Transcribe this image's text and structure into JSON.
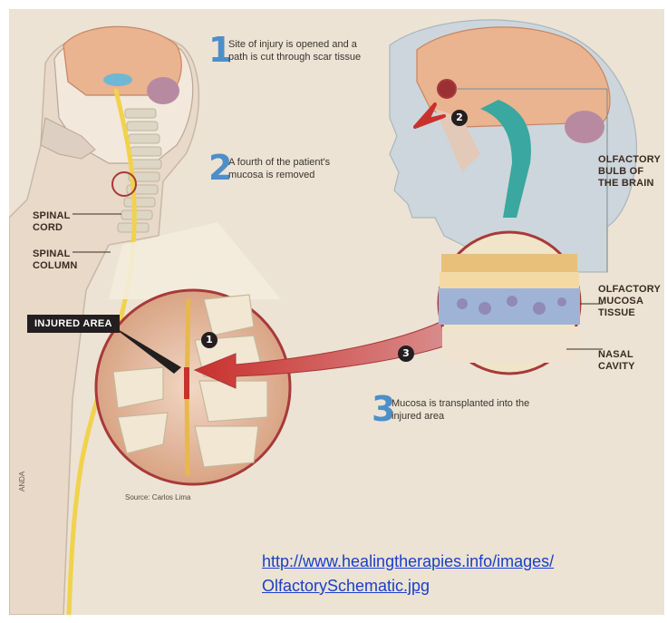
{
  "steps": [
    {
      "num": "1",
      "text": "Site of injury is opened and a path is cut through scar tissue"
    },
    {
      "num": "2",
      "text": "A fourth of the patient's mucosa is removed"
    },
    {
      "num": "3",
      "text": "Mucosa is transplanted into the injured area"
    }
  ],
  "labels": {
    "spinal_cord": "SPINAL CORD",
    "spinal_column": "SPINAL COLUMN",
    "injured_area": "INJURED AREA",
    "olfactory_bulb": "OLFACTORY BULB OF THE BRAIN",
    "olfactory_mucosa": "OLFACTORY MUCOSA TISSUE",
    "nasal_cavity": "NASAL CAVITY"
  },
  "badges": {
    "b1": "1",
    "b2": "2",
    "b3": "3"
  },
  "source": "Source: Carlos Lima",
  "side_credit": "ANDA",
  "link": {
    "line1": "http://www.healingtherapies.info/images/",
    "line2": "OlfactorySchematic.jpg"
  },
  "colors": {
    "background": "#ece3d4",
    "accent_red": "#a8393a",
    "cord_yellow": "#f1d24c",
    "step_blue": "#4d8fc9"
  }
}
